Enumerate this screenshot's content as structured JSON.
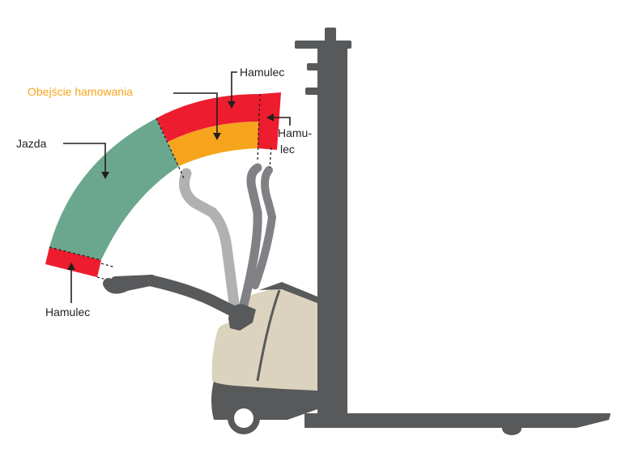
{
  "labels": {
    "bypass": "Obejście hamowania",
    "top_brake": "Hamulec",
    "drive": "Jazda",
    "side_brake_line1": "Hamu-",
    "side_brake_line2": "lec",
    "bottom_brake": "Hamulec"
  },
  "colors": {
    "brake_red": "#ed1c2e",
    "bypass_orange": "#f7a41d",
    "drive_green": "#6aa78e",
    "machine_dark": "#58595b",
    "tiller_mid": "#808184",
    "tiller_light": "#b0b1b3",
    "body_beige": "#dcd3bf",
    "text": "#231f20"
  }
}
